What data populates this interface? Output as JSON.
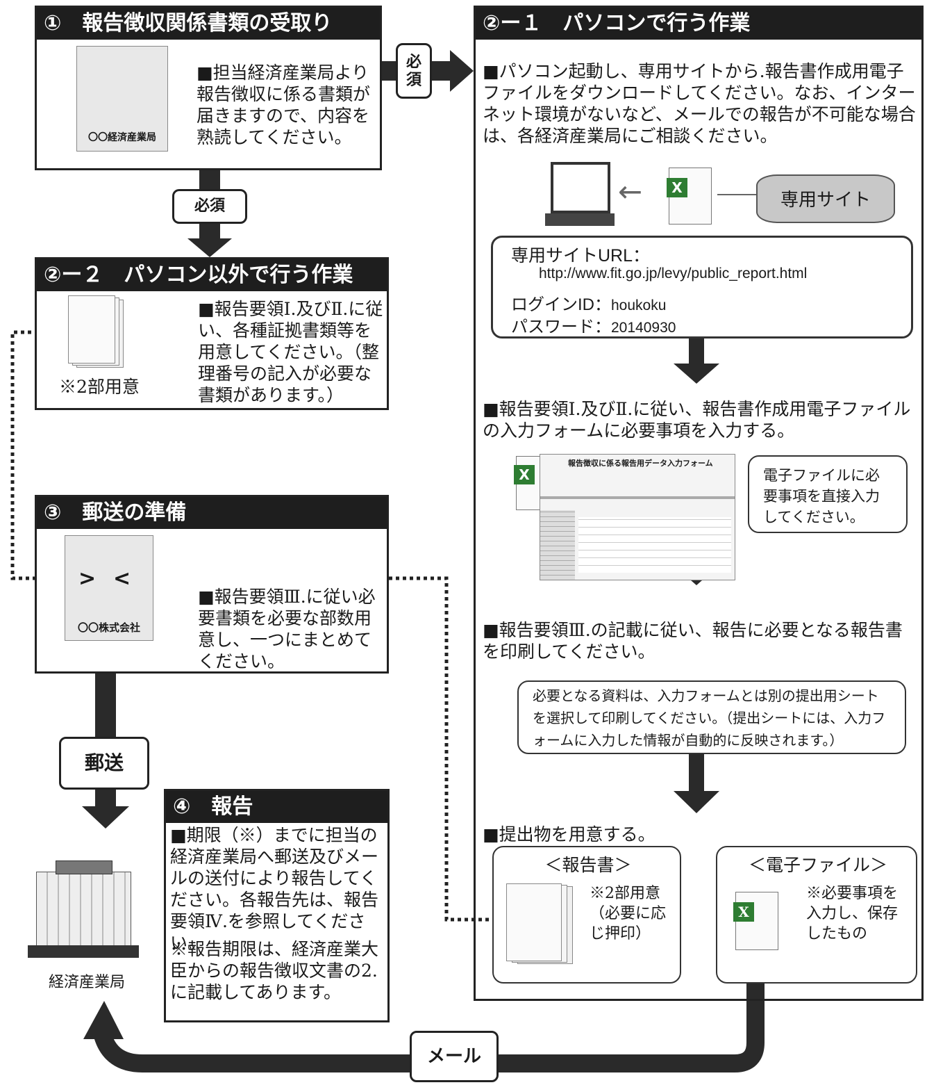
{
  "step1": {
    "title": "①　報告徴収関係書類の受取り",
    "envelope_label": "〇〇経済産業局",
    "text": "■担当経済産業局より報告徴収に係る書類が届きますので、内容を熟読してください。"
  },
  "required_label": "必須",
  "required_label_v": "必\n須",
  "step2_1": {
    "title": "②ー１　パソコンで行う作業",
    "intro": "■パソコン起動し、専用サイトから.報告書作成用電子ファイルをダウンロードしてください。なお、インターネット環境がないなど、メールでの報告が不可能な場合は、各経済産業局にご相談ください。",
    "site_label": "専用サイト",
    "url_heading": "専用サイトURL：",
    "url": "http://www.fit.go.jp/levy/public_report.html",
    "login_label": "ログインID：",
    "login_id": "houkoku",
    "password_label": "パスワード：",
    "password": "20140930",
    "input_text": "■報告要領Ⅰ.及びⅡ.に従い、報告書作成用電子ファイルの入力フォームに必要事項を入力する。",
    "form_title": "報告徴収に係る報告用データ入力フォーム",
    "input_note": "電子ファイルに必要事項を直接入力してください。",
    "print_text": "■報告要領Ⅲ.の記載に従い、報告に必要となる報告書を印刷してください。",
    "print_note": "必要となる資料は、入力フォームとは別の提出用シートを選択して印刷してください。（提出シートには、入力フォームに入力した情報が自動的に反映されます。）",
    "prepare_text": "■提出物を用意する。",
    "report_heading": "＜報告書＞",
    "report_note": "※2部用意（必要に応じ押印）",
    "efile_heading": "＜電子ファイル＞",
    "efile_note": "※必要事項を入力し、保存したもの"
  },
  "step2_2": {
    "title": "②ー２　パソコン以外で行う作業",
    "docs_note": "※2部用意",
    "text": "■報告要領Ⅰ.及びⅡ.に従い、各種証拠書類等を用意してください。（整理番号の記入が必要な書類があります。）"
  },
  "step3": {
    "title": "③　郵送の準備",
    "envelope_label": "〇〇株式会社",
    "text": "■報告要領Ⅲ.に従い必要書類を必要な部数用意し、一つにまとめてください。"
  },
  "mail_post_label": "郵送",
  "step4": {
    "title": "④　報告",
    "text": "■期限（※）までに担当の経済産業局へ郵送及びメールの送付により報告してください。各報告先は、報告要領Ⅳ.を参照してください。",
    "note": "※報告期限は、経済産業大臣からの報告徴収文書の2.に記載してあります。"
  },
  "building_label": "経済産業局",
  "email_label": "メール",
  "colors": {
    "header_bg": "#1e1e1e",
    "arrow": "#2a2a2a",
    "site_cylinder": "#c8c8c8",
    "excel_green": "#2e7d32"
  }
}
